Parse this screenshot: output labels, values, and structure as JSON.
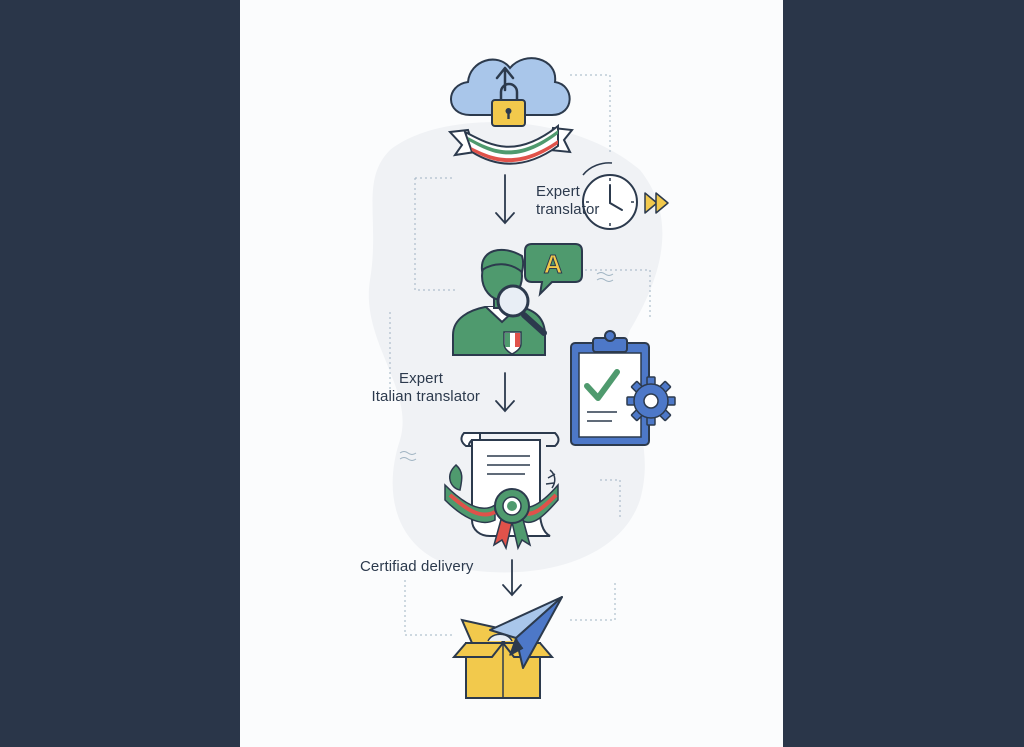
{
  "diagram": {
    "labels": {
      "expert_translator_line1": "Expert",
      "expert_translator_line2": "translator",
      "expert_italian_line1": "Expert",
      "expert_italian_line2": "Italian translator",
      "certified_delivery": "Certifiad delivery"
    },
    "badge_letter": "A",
    "colors": {
      "background": "#2a3649",
      "panel": "#fbfcfd",
      "outline": "#2c3a4d",
      "green": "#4f9a6e",
      "red": "#e0524a",
      "blue": "#4d78c8",
      "light_blue": "#a9c6ea",
      "yellow": "#f2c94c"
    },
    "icons": [
      "cloud-upload-icon",
      "lock-icon",
      "clock-icon",
      "fast-forward-icon",
      "translator-person-icon",
      "magnifier-icon",
      "speech-bubble-icon",
      "clipboard-check-icon",
      "gear-icon",
      "certificate-scroll-icon",
      "rosette-icon",
      "paper-plane-icon",
      "open-box-icon"
    ]
  }
}
